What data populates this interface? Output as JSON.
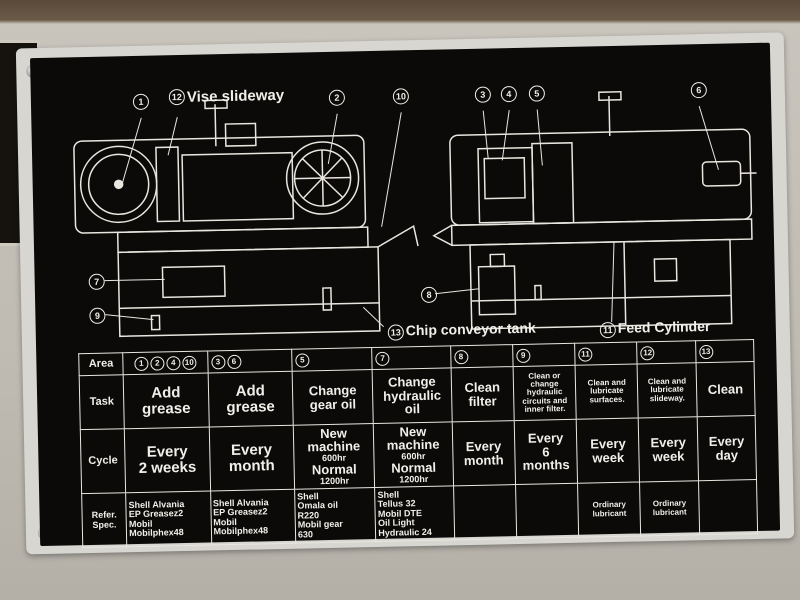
{
  "callouts": {
    "c1": "1",
    "c2": "2",
    "c3": "3",
    "c4": "4",
    "c5": "5",
    "c6": "6",
    "c7": "7",
    "c8": "8",
    "c9": "9",
    "c10": "10",
    "c11": "11",
    "c12": "12",
    "c13": "13"
  },
  "labels": {
    "vise_slideway": "Vise slideway",
    "chip_conveyor_tank": "Chip conveyor tank",
    "feed_cylinder": "Feed Cylinder"
  },
  "table": {
    "row_headers": [
      "Area",
      "Task",
      "Cycle",
      "Refer. Spec."
    ],
    "areas": [
      [
        "1",
        "2",
        "4",
        "10"
      ],
      [
        "3",
        "6"
      ],
      [
        "5"
      ],
      [
        "7"
      ],
      [
        "8"
      ],
      [
        "9"
      ],
      [
        "11"
      ],
      [
        "12"
      ],
      [
        "13"
      ]
    ],
    "tasks": [
      "Add grease",
      "Add grease",
      "Change gear oil",
      "Change hydraulic oil",
      "Clean filter",
      "Clean or change hydraulic circuits and inner filter.",
      "Clean and lubricate surfaces.",
      "Clean and lubricate slideway.",
      "Clean"
    ],
    "cycles": [
      [
        "Every",
        "2 weeks"
      ],
      [
        "Every",
        "month"
      ],
      [
        "New",
        "machine",
        "600hr",
        "Normal",
        "1200hr"
      ],
      [
        "New",
        "machine",
        "600hr",
        "Normal",
        "1200hr"
      ],
      [
        "Every",
        "month"
      ],
      [
        "Every",
        "6",
        "months"
      ],
      [
        "Every",
        "week"
      ],
      [
        "Every",
        "week"
      ],
      [
        "Every",
        "day"
      ]
    ],
    "specs": [
      [
        "Shell Alvania",
        "EP Greasez2",
        "Mobil",
        "Mobilphex48"
      ],
      [
        "Shell Alvania",
        "EP Greasez2",
        "Mobil",
        "Mobilphex48"
      ],
      [
        "Shell",
        "Omala oil",
        "R220",
        "Mobil gear",
        "630"
      ],
      [
        "Shell",
        "Tellus 32",
        "Mobil DTE",
        "Oil Light",
        "Hydraulic 24"
      ],
      [],
      [],
      [
        "Ordinary",
        "lubricant"
      ],
      [
        "Ordinary",
        "lubricant"
      ],
      []
    ]
  }
}
